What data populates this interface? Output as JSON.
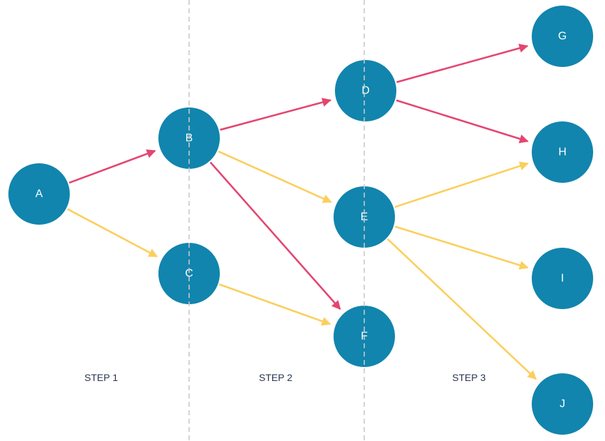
{
  "colors": {
    "node": "#1185ad",
    "node_text": "#ffffff",
    "edge_red": "#e34670",
    "edge_yellow": "#fbcf5e",
    "divider": "#c8c8c8",
    "step_text": "#2a3550"
  },
  "steps": [
    {
      "id": "step1",
      "label": "STEP 1"
    },
    {
      "id": "step2",
      "label": "STEP 2"
    },
    {
      "id": "step3",
      "label": "STEP 3"
    }
  ],
  "nodes": [
    {
      "id": "A",
      "label": "A"
    },
    {
      "id": "B",
      "label": "B"
    },
    {
      "id": "C",
      "label": "C"
    },
    {
      "id": "D",
      "label": "D"
    },
    {
      "id": "E",
      "label": "E"
    },
    {
      "id": "F",
      "label": "F"
    },
    {
      "id": "G",
      "label": "G"
    },
    {
      "id": "H",
      "label": "H"
    },
    {
      "id": "I",
      "label": "I"
    },
    {
      "id": "J",
      "label": "J"
    }
  ],
  "edges": [
    {
      "from": "A",
      "to": "B",
      "color": "red"
    },
    {
      "from": "A",
      "to": "C",
      "color": "yellow"
    },
    {
      "from": "B",
      "to": "D",
      "color": "red"
    },
    {
      "from": "B",
      "to": "E",
      "color": "yellow"
    },
    {
      "from": "B",
      "to": "F",
      "color": "red"
    },
    {
      "from": "C",
      "to": "F",
      "color": "yellow"
    },
    {
      "from": "D",
      "to": "G",
      "color": "red"
    },
    {
      "from": "D",
      "to": "H",
      "color": "red"
    },
    {
      "from": "E",
      "to": "H",
      "color": "yellow"
    },
    {
      "from": "E",
      "to": "I",
      "color": "yellow"
    },
    {
      "from": "E",
      "to": "J",
      "color": "yellow"
    }
  ]
}
